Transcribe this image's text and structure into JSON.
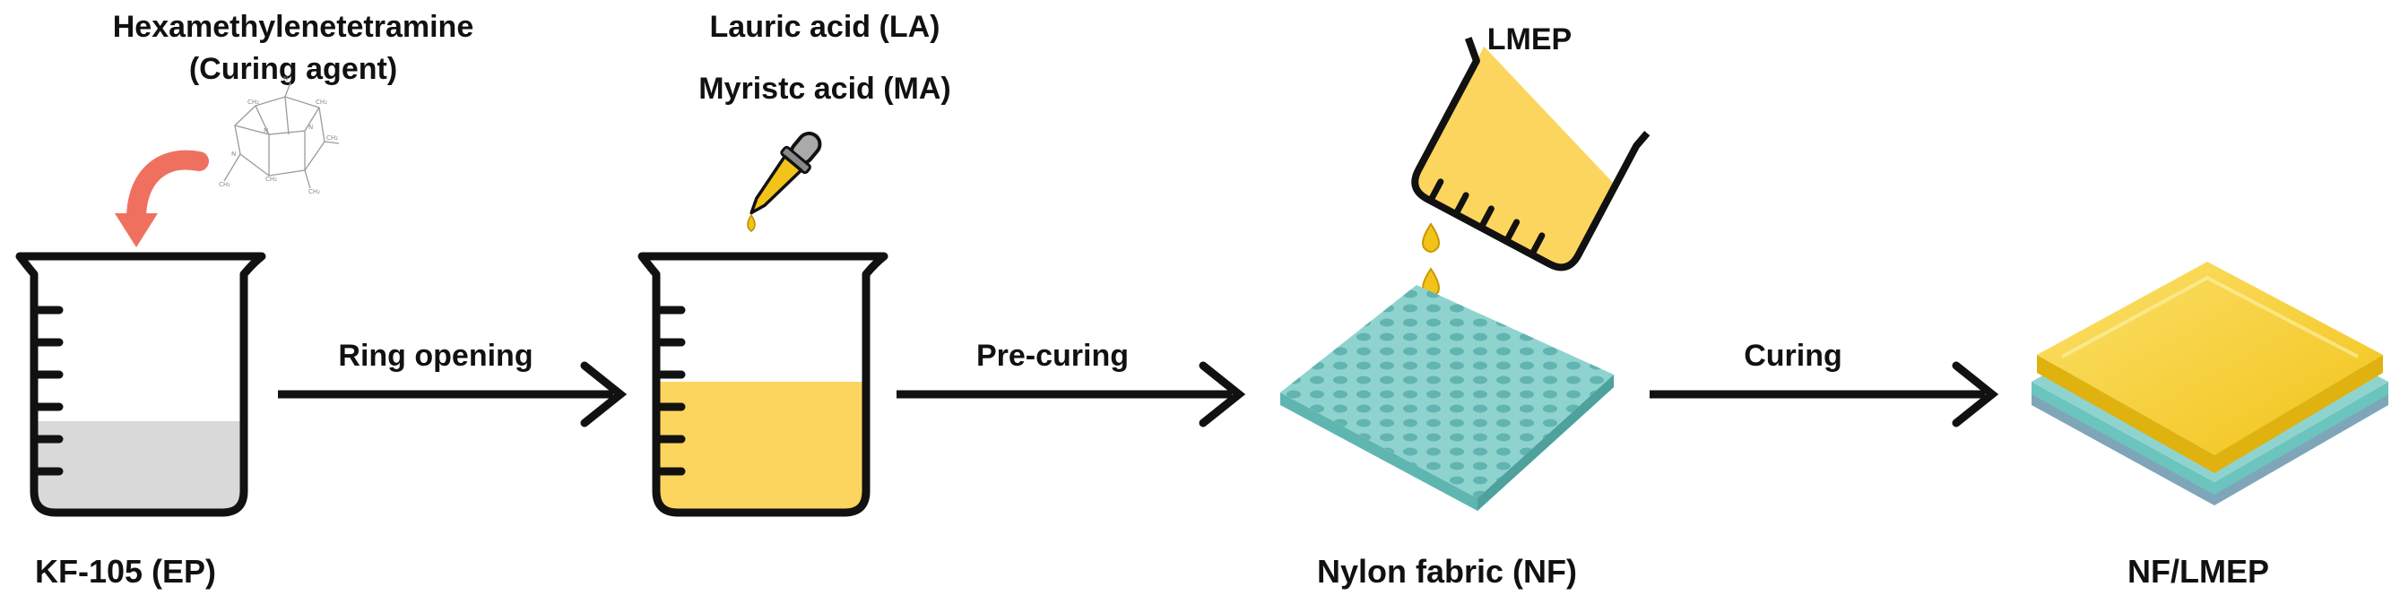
{
  "labels": {
    "curing_agent_line1": "Hexamethylenetetramine",
    "curing_agent_line2": "(Curing agent)",
    "acid_line1": "Lauric acid (LA)",
    "acid_line2": "Myristc acid (MA)",
    "lmep": "LMEP",
    "epoxy": "KF-105 (EP)",
    "nylon": "Nylon fabric (NF)",
    "composite": "NF/LMEP"
  },
  "steps": [
    {
      "label": "Ring opening"
    },
    {
      "label": "Pre-curing"
    },
    {
      "label": "Curing"
    }
  ],
  "colors": {
    "epoxy_fill": "#d9d9d9",
    "acid_fill": "#fcd55e",
    "fabric_top": "#8fd3cf",
    "fabric_side": "#5fb6b1",
    "fabric_base": "#7fa6b8",
    "coating_top": "#f7cf3a",
    "curved_arrow": "#f07060",
    "outline": "#111111"
  },
  "molecule_atoms": [
    "N",
    "N",
    "N",
    "N",
    "CH₂",
    "CH₂",
    "CH₂",
    "CH₂",
    "CH₂",
    "CH₂"
  ]
}
